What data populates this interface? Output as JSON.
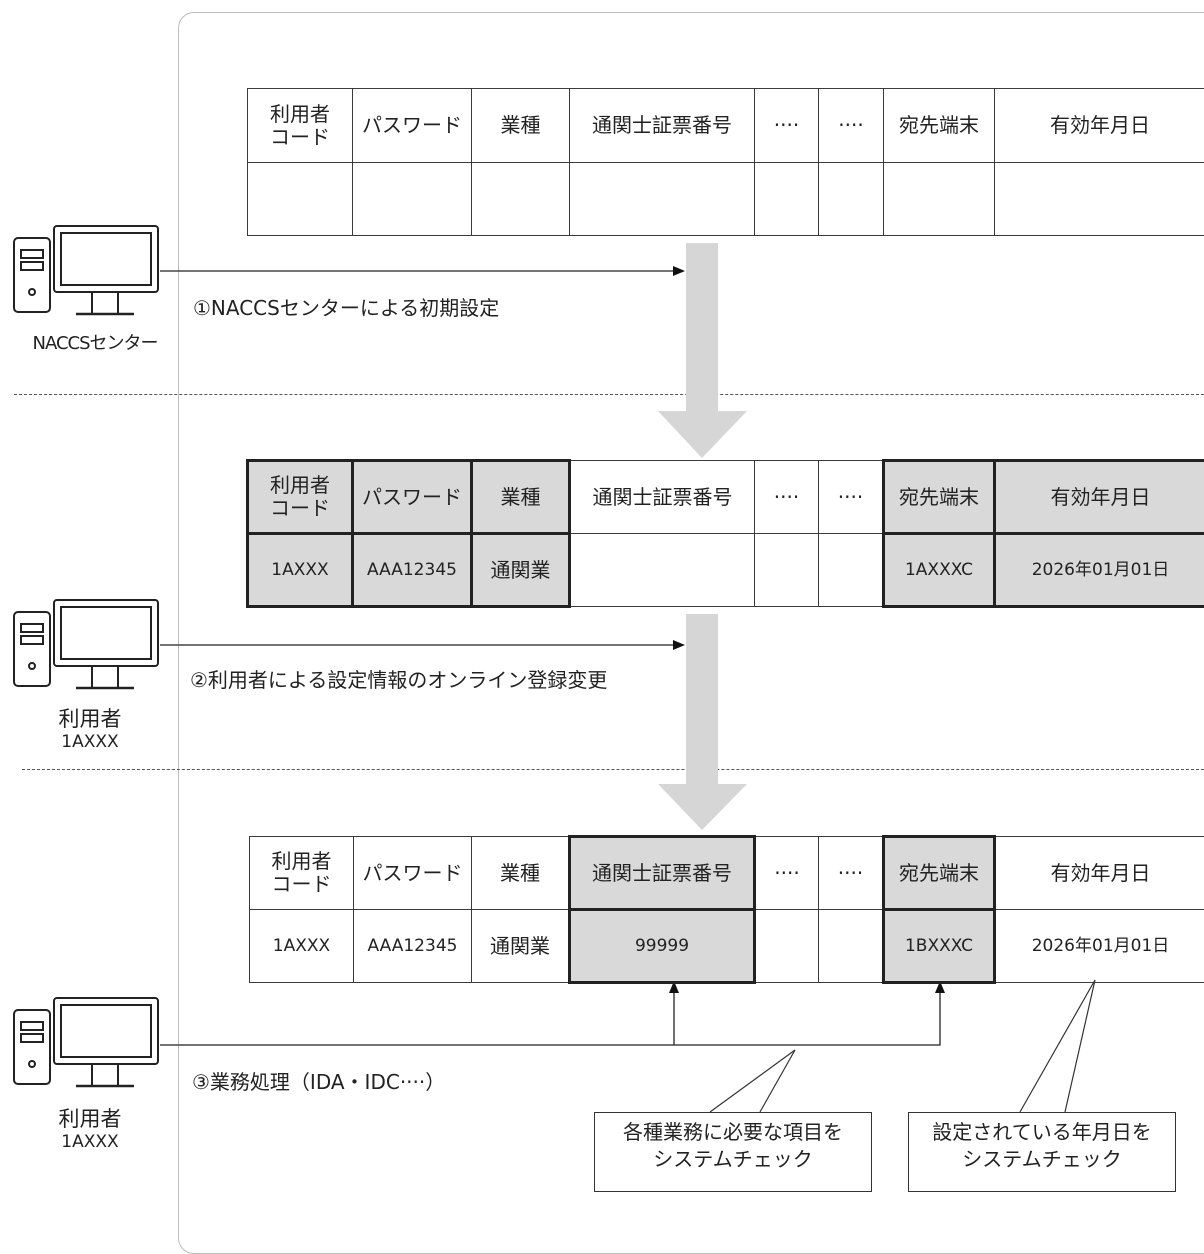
{
  "columns": [
    "利用者\nコード",
    "パスワード",
    "業種",
    "通関士証票番号",
    "····",
    "····",
    "宛先端末",
    "有効年月日"
  ],
  "steps": [
    "①NACCSセンターによる初期設定",
    "②利用者による設定情報のオンライン登録変更",
    "③業務処理（IDA・IDC····）"
  ],
  "actors": {
    "center": "NACCSセンター",
    "user1_line1": "利用者",
    "user1_line2": "1AXXX",
    "user2_line1": "利用者",
    "user2_line2": "1AXXX"
  },
  "table1": {
    "row": [
      "",
      "",
      "",
      "",
      "",
      "",
      "",
      ""
    ]
  },
  "table2": {
    "row": [
      "1AXXX",
      "AAA12345",
      "通関業",
      "",
      "",
      "",
      "1AXXXC",
      "2026年01月01日"
    ]
  },
  "table3": {
    "row": [
      "1AXXX",
      "AAA12345",
      "通関業",
      "99999",
      "",
      "",
      "1BXXXC",
      "2026年01月01日"
    ]
  },
  "notes": {
    "left": "各種業務に必要な項目を\nシステムチェック",
    "right": "設定されている年月日を\nシステムチェック"
  },
  "colors": {
    "highlight": "#d9d9d9",
    "arrow": "#d6d6d6",
    "line": "#222222"
  },
  "icons": [
    "desktop-computer-icon",
    "desktop-computer-icon",
    "desktop-computer-icon"
  ]
}
